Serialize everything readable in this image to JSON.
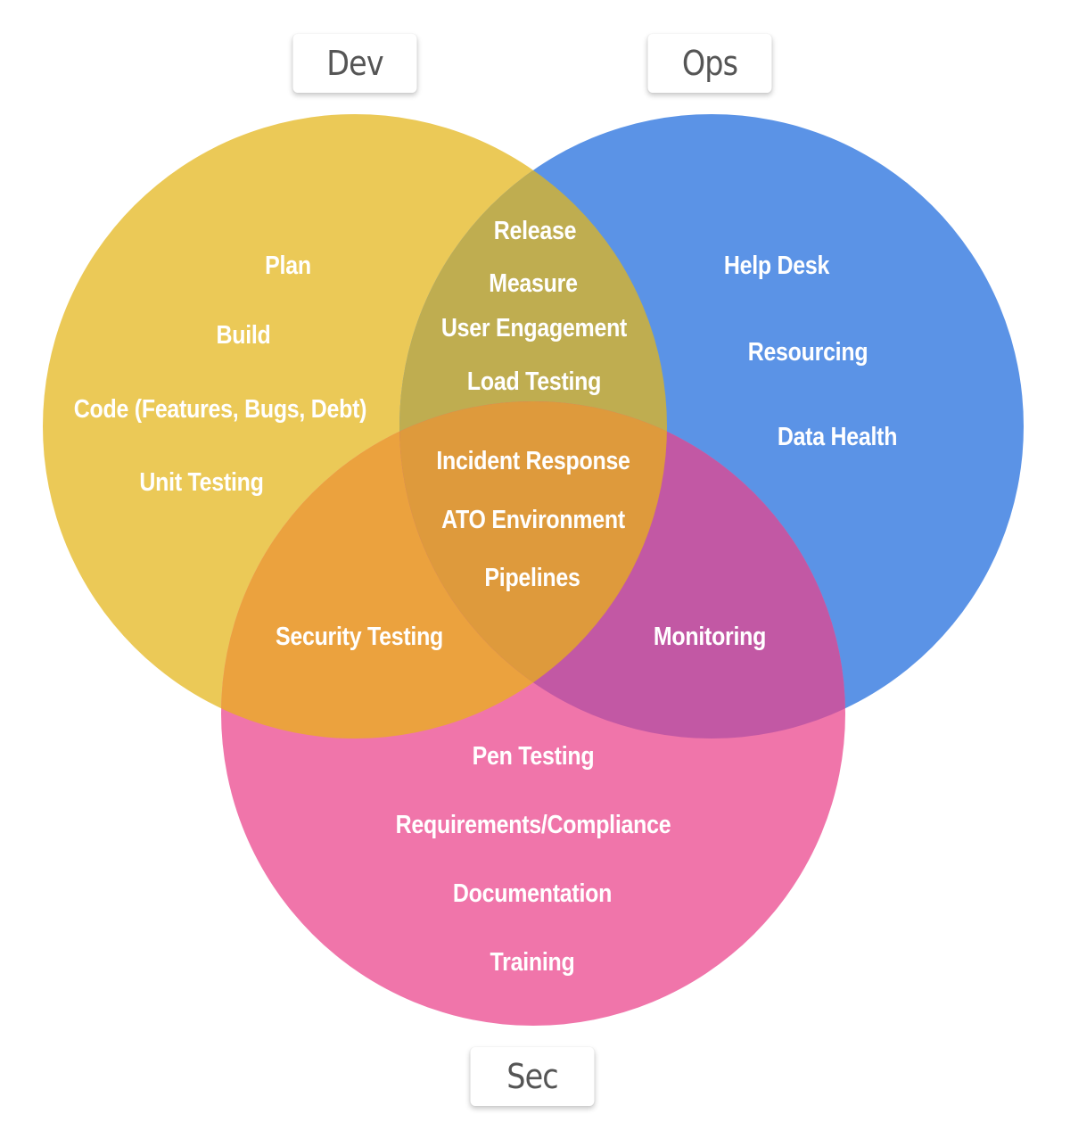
{
  "title": "DevSecOps Venn Diagram",
  "colors": {
    "dev": "#EBC957",
    "ops": "#5B93E6",
    "sec": "#F075AA",
    "dev_ops": "#BFAD50",
    "dev_sec": "#EBA23E",
    "ops_sec": "#C258A4",
    "all": "#DE9A3C",
    "text": "#ffffff",
    "label_text": "#555555"
  },
  "sets": {
    "dev": {
      "label": "Dev"
    },
    "ops": {
      "label": "Ops"
    },
    "sec": {
      "label": "Sec"
    }
  },
  "regions": {
    "dev_only": [
      "Plan",
      "Build",
      "Code (Features, Bugs, Debt)",
      "Unit Testing"
    ],
    "ops_only": [
      "Help Desk",
      "Resourcing",
      "Data Health"
    ],
    "sec_only": [
      "Pen Testing",
      "Requirements/Compliance",
      "Documentation",
      "Training"
    ],
    "dev_ops": [
      "Release",
      "Measure",
      "User Engagement",
      "Load Testing"
    ],
    "dev_sec": [
      "Security Testing"
    ],
    "ops_sec": [
      "Monitoring"
    ],
    "all": [
      "Incident Response",
      "ATO Environment",
      "Pipelines"
    ]
  }
}
